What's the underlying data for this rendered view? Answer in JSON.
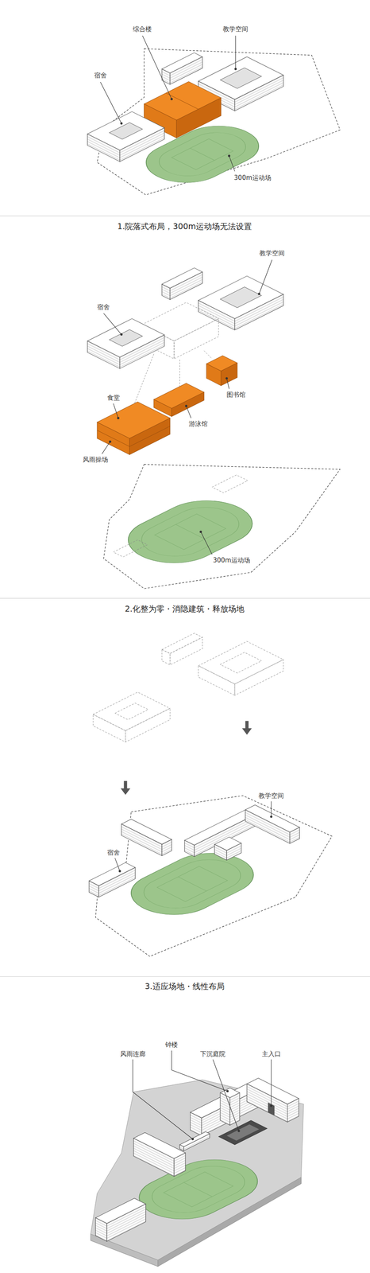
{
  "diagram": {
    "labels": [
      "综合楼",
      "教学空间",
      "宿舍",
      "300m运动场",
      "1.院落式布局，300m运动场无法设置",
      "教学空间",
      "宿舍",
      "图书馆",
      "食堂",
      "游泳馆",
      "风雨操场",
      "300m运动场",
      "2.化整为零・消隐建筑・释放场地",
      "教学空间",
      "宿舍",
      "3.适应场地・线性布局",
      "钟楼",
      "风雨连廊",
      "下沉庭院",
      "主入口"
    ]
  }
}
